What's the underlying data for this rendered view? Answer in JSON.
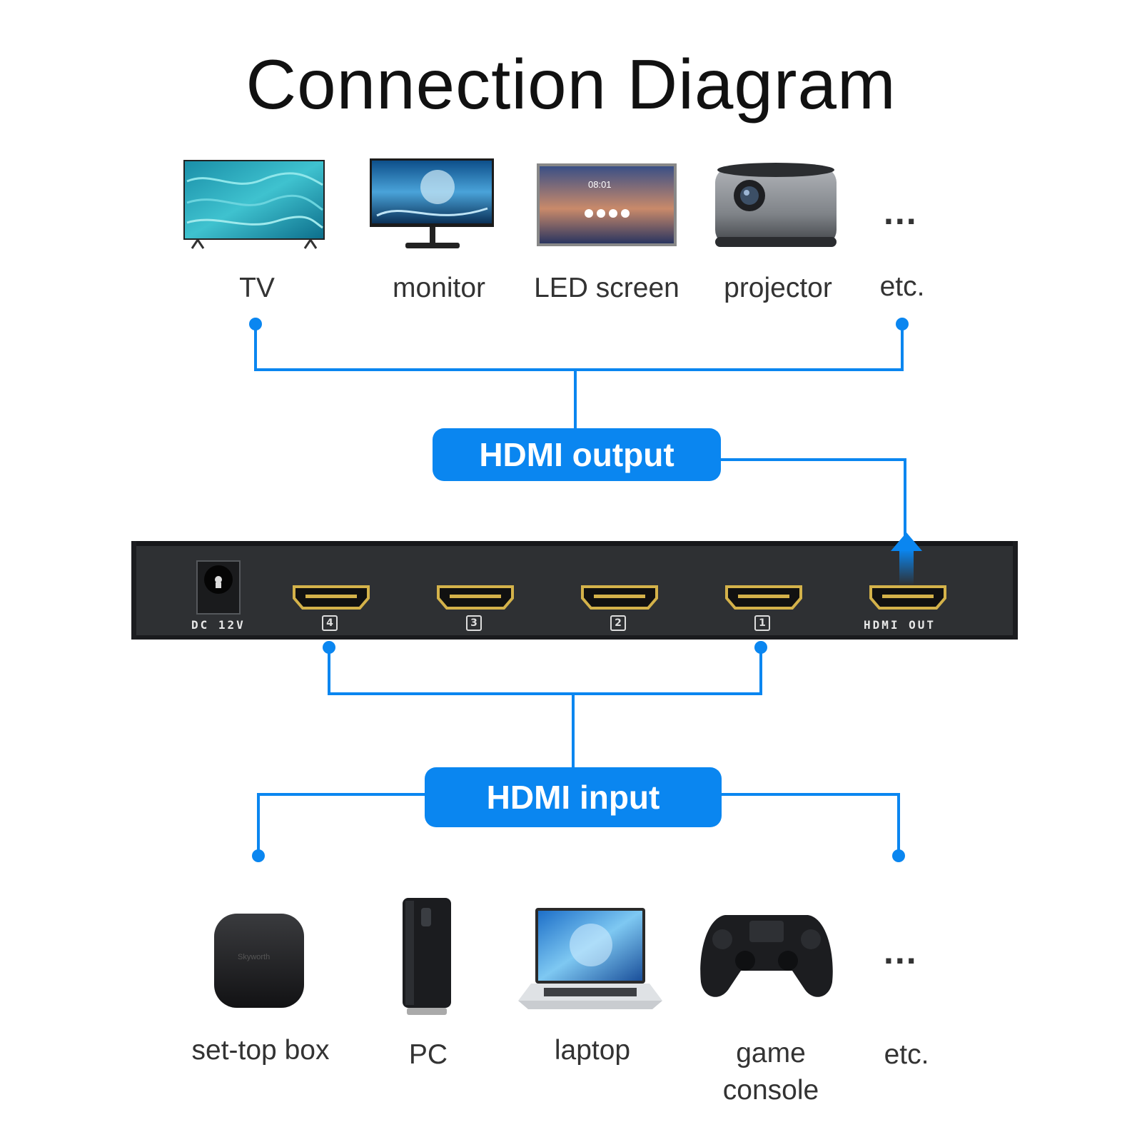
{
  "title": "Connection Diagram",
  "outputs": [
    {
      "label": "TV",
      "icon": "tv-icon"
    },
    {
      "label": "monitor",
      "icon": "monitor-icon"
    },
    {
      "label": "LED screen",
      "icon": "led-screen-icon"
    },
    {
      "label": "projector",
      "icon": "projector-icon"
    },
    {
      "label": "etc.",
      "icon": "ellipsis-icon"
    }
  ],
  "output_tag": "HDMI output",
  "switch": {
    "dc_label": "DC 12V",
    "ports": [
      "4",
      "3",
      "2",
      "1"
    ],
    "out_label": "HDMI OUT"
  },
  "input_tag": "HDMI input",
  "inputs": [
    {
      "label": "set-top box",
      "icon": "set-top-box-icon"
    },
    {
      "label": "PC",
      "icon": "pc-icon"
    },
    {
      "label": "laptop",
      "icon": "laptop-icon"
    },
    {
      "label": "game console",
      "icon": "game-console-icon"
    },
    {
      "label": "etc.",
      "icon": "ellipsis-icon"
    }
  ],
  "ellipsis": "...",
  "led_clock": "08:01",
  "brand_text": "Skyworth",
  "colors": {
    "accent": "#0a86f0",
    "switch_body": "#2e3033",
    "port_gold": "#d4b24a"
  }
}
